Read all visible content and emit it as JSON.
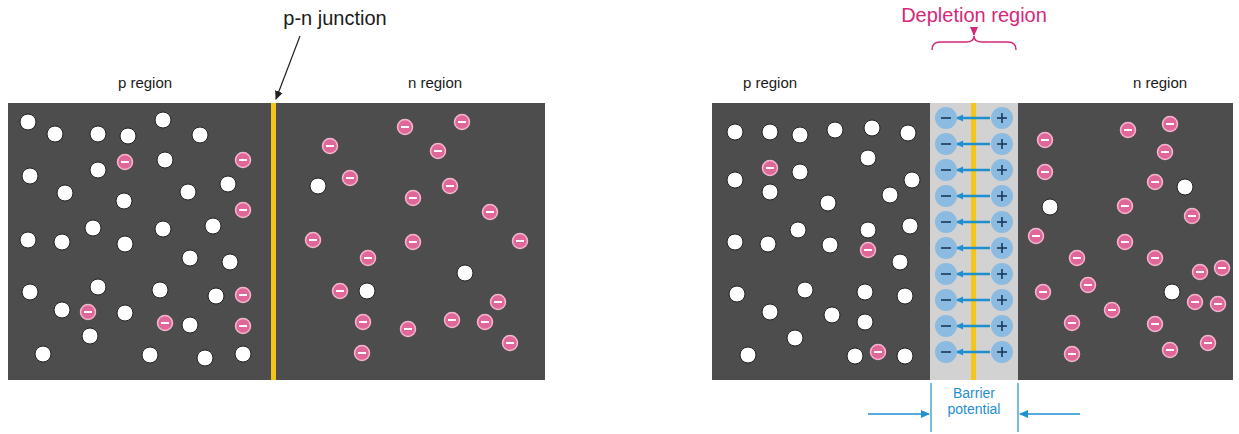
{
  "diagram": {
    "labels": [
      "p-n junction",
      "p region",
      "n region",
      "Depletion region",
      "p region",
      "n region",
      "Barrier potential"
    ]
  }
}
